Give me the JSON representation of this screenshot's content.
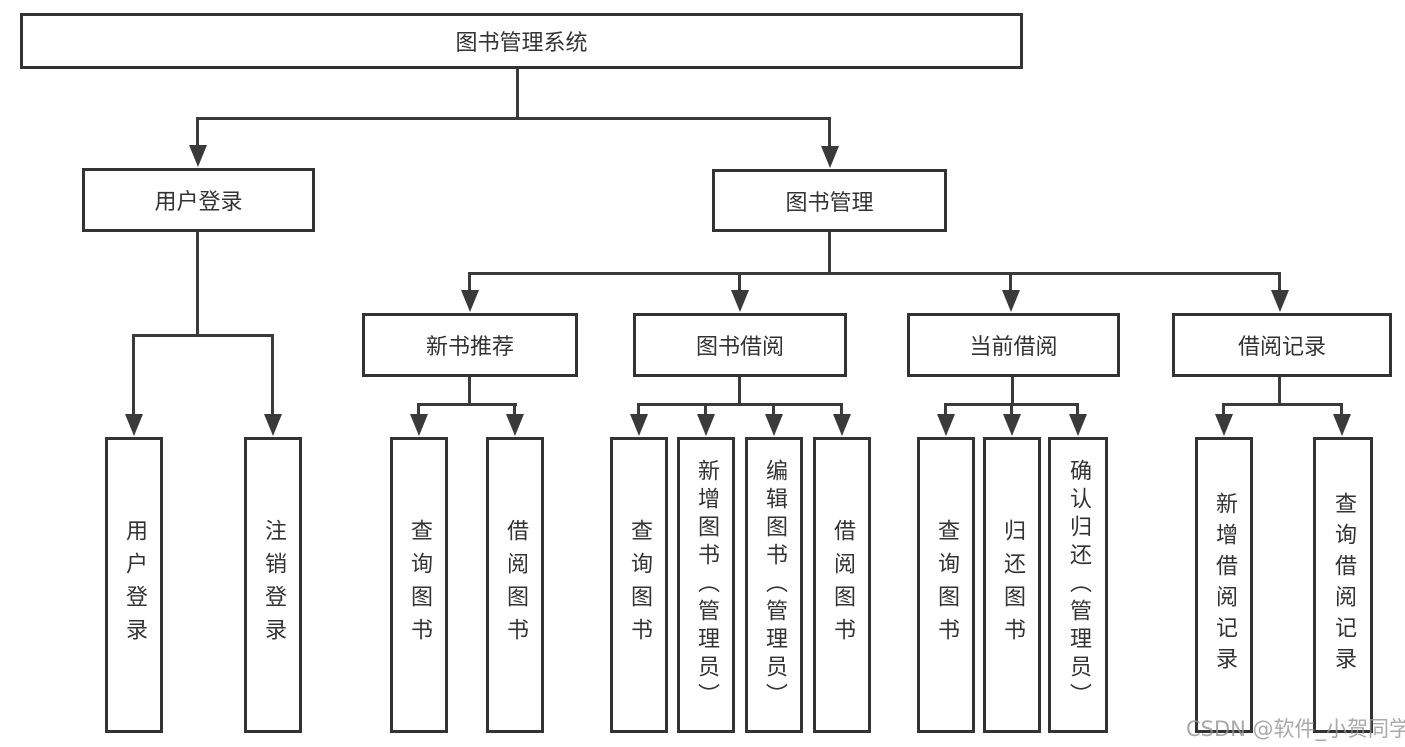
{
  "page": {
    "background": "#ffffff"
  },
  "colors": {
    "line": "#3a3a3a",
    "border": "#333333",
    "text": "#333333",
    "watermark": "#949494"
  },
  "watermark": {
    "text": "CSDN @软件_小贺同学"
  },
  "diagram": {
    "root": {
      "label": "图书管理系统"
    },
    "branches": [
      {
        "label": "用户登录",
        "children": [
          "用户登录",
          "注销登录"
        ]
      },
      {
        "label": "图书管理",
        "children": [
          {
            "label": "新书推荐",
            "children": [
              "查询图书",
              "借阅图书"
            ]
          },
          {
            "label": "图书借阅",
            "children": [
              "查询图书",
              "新增图书（管理员）",
              "编辑图书（管理员）",
              "借阅图书"
            ]
          },
          {
            "label": "当前借阅",
            "children": [
              "查询图书",
              "归还图书",
              "确认归还（管理员）"
            ]
          },
          {
            "label": "借阅记录",
            "children": [
              "新增借阅记录",
              "查询借阅记录"
            ]
          }
        ]
      }
    ]
  }
}
